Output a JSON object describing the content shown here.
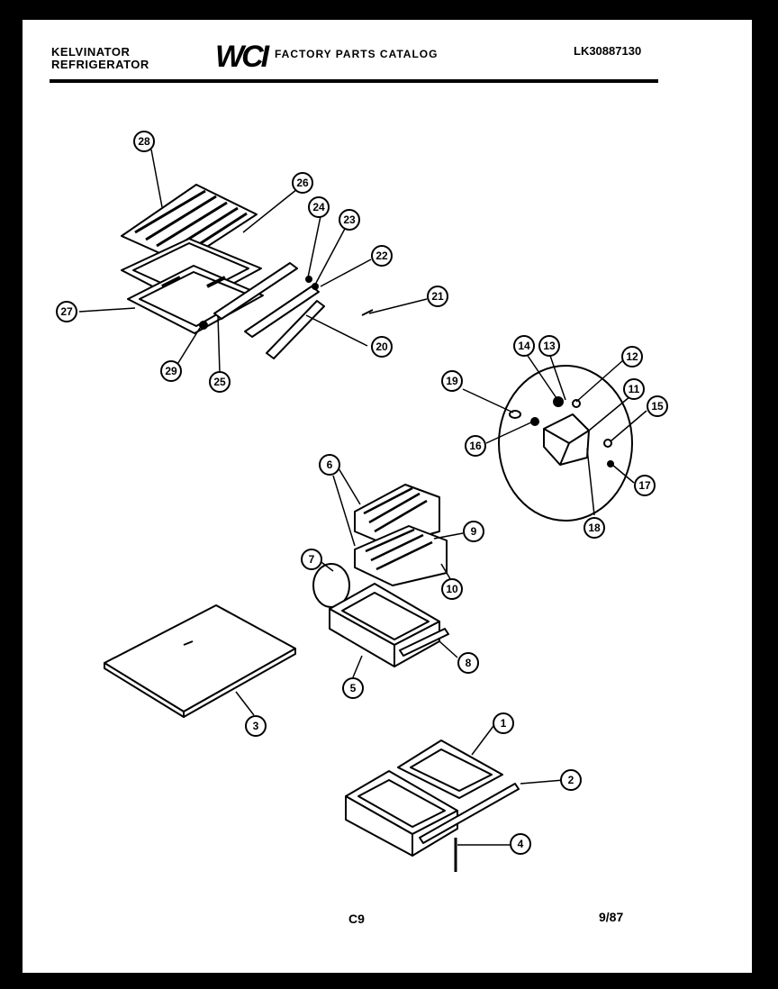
{
  "header": {
    "brand_line1": "KELVINATOR",
    "brand_line2": "REFRIGERATOR",
    "logo": "WCI",
    "catalog_title": "FACTORY PARTS CATALOG",
    "model_number": "LK30887130"
  },
  "footer": {
    "page_code": "C9",
    "date": "9/87"
  },
  "callouts": [
    "1",
    "2",
    "3",
    "4",
    "5",
    "6",
    "7",
    "8",
    "9",
    "10",
    "11",
    "12",
    "13",
    "14",
    "15",
    "16",
    "17",
    "18",
    "19",
    "20",
    "21",
    "22",
    "23",
    "24",
    "25",
    "26",
    "27",
    "28",
    "29",
    "29",
    "6"
  ]
}
